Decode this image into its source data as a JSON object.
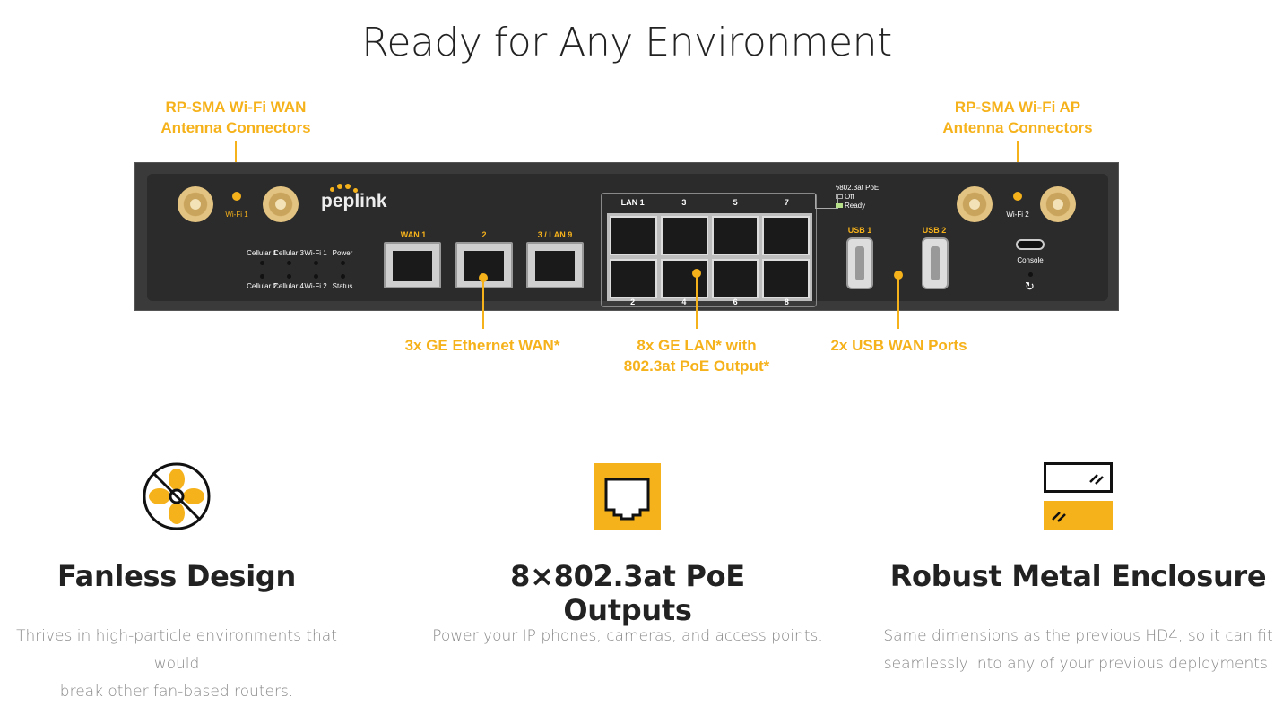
{
  "title": "Ready for Any Environment",
  "callouts": {
    "wifi_wan": [
      "RP-SMA Wi-Fi WAN",
      "Antenna Connectors"
    ],
    "wifi_ap": [
      "RP-SMA Wi-Fi AP",
      "Antenna Connectors"
    ],
    "wan": "3x GE Ethernet WAN*",
    "lan": [
      "8x GE LAN* with",
      "802.3at PoE Output*"
    ],
    "usb": "2x USB WAN Ports"
  },
  "router": {
    "brand": "peplink",
    "wifi1": "Wi-Fi 1",
    "wifi2": "Wi-Fi 2",
    "leds_top": [
      "Cellular 1",
      "Cellular 3",
      "Wi-Fi 1",
      "Power"
    ],
    "leds_bottom": [
      "Cellular 2",
      "Cellular 4",
      "Wi-Fi 2",
      "Status"
    ],
    "wan_labels": [
      "WAN 1",
      "2",
      "3 / LAN 9"
    ],
    "lan_top": [
      "LAN 1",
      "3",
      "5",
      "7"
    ],
    "lan_bottom": [
      "2",
      "4",
      "6",
      "8"
    ],
    "poe": {
      "title": "802.3at PoE",
      "off": "Off",
      "ready": "Ready"
    },
    "usb": [
      "USB 1",
      "USB 2"
    ],
    "console": "Console"
  },
  "features": [
    {
      "icon": "fanless-icon",
      "title": "Fanless Design",
      "desc": [
        "Thrives in high-particle environments that would",
        "break other fan-based routers."
      ]
    },
    {
      "icon": "ethernet-port-icon",
      "title": "8×802.3at PoE Outputs",
      "desc": [
        "Power your IP phones, cameras, and access points."
      ]
    },
    {
      "icon": "metal-enclosure-icon",
      "title": "Robust Metal Enclosure",
      "desc": [
        "Same dimensions as the previous HD4, so it can fit",
        "seamlessly into any of your previous deployments."
      ]
    }
  ],
  "colors": {
    "accent": "#f6b21b"
  }
}
